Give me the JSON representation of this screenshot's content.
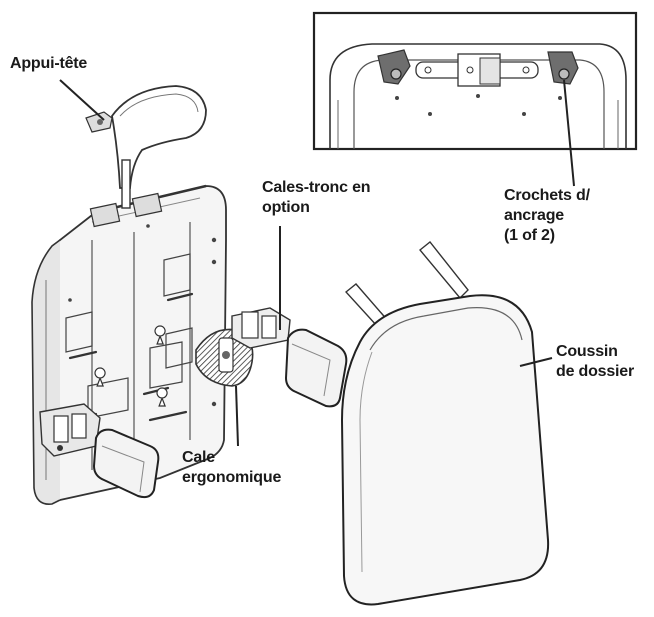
{
  "labels": {
    "headrest": "Appui-tête",
    "lateral_supports": "Cales-tronc en\noption",
    "anchor_hooks": "Crochets d/\nancrage\n(1 of 2)",
    "back_cushion": "Coussin\nde dossier",
    "ergonomic_wedge": "Cale\nergonomique"
  },
  "colors": {
    "line": "#333333",
    "fill_light": "#f2f2f2",
    "fill_mid": "#d9d9d9",
    "fill_dark": "#6e6e6e"
  }
}
